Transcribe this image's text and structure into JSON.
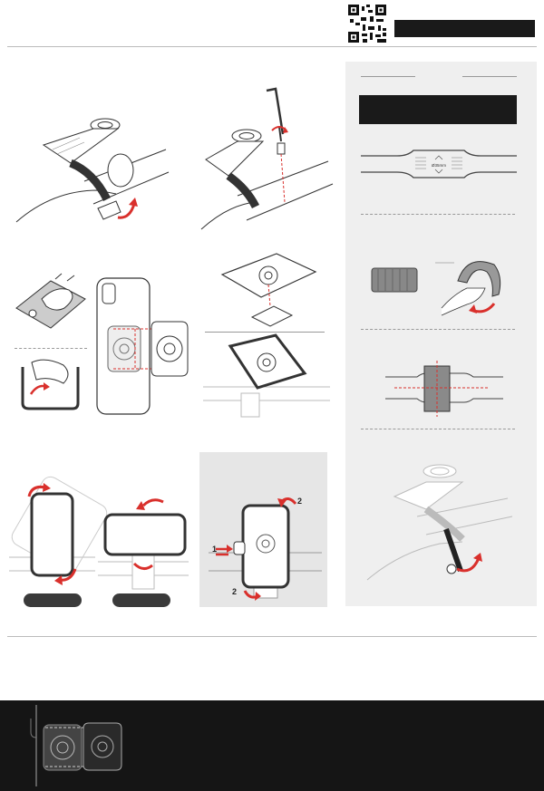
{
  "header": {
    "title": ""
  },
  "step1": {
    "label": ""
  },
  "step2": {
    "label": ""
  },
  "step3": {
    "label": ""
  },
  "step4": {
    "label": ""
  },
  "step5": {
    "pill_left": "",
    "pill_right": ""
  },
  "step6": {
    "marker_1": "1",
    "marker_2_top": "2",
    "marker_2_bottom": "2"
  },
  "sidebar": {
    "banner": "",
    "handlebar_size": "Ø35mm",
    "left_marks": "",
    "right_marks": ""
  },
  "footer": {
    "text": ""
  },
  "colors": {
    "arrow_red": "#d9302c",
    "dark": "#1a1a1a",
    "panel": "#efefef"
  }
}
